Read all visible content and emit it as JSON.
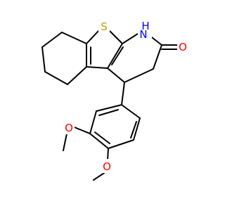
{
  "structure": {
    "atoms": {
      "sulfur": {
        "symbol": "S",
        "color": "#b8a000"
      },
      "nh": {
        "symbol": "N",
        "h": "H",
        "color": "#0000ff"
      },
      "carbonyl_oxygen": {
        "symbol": "O",
        "color": "#ff0000"
      },
      "methoxy_oxygen_1": {
        "symbol": "O",
        "color": "#ff0000"
      },
      "methoxy_oxygen_2": {
        "symbol": "O",
        "color": "#ff0000"
      }
    },
    "bond_color": "#000000"
  }
}
